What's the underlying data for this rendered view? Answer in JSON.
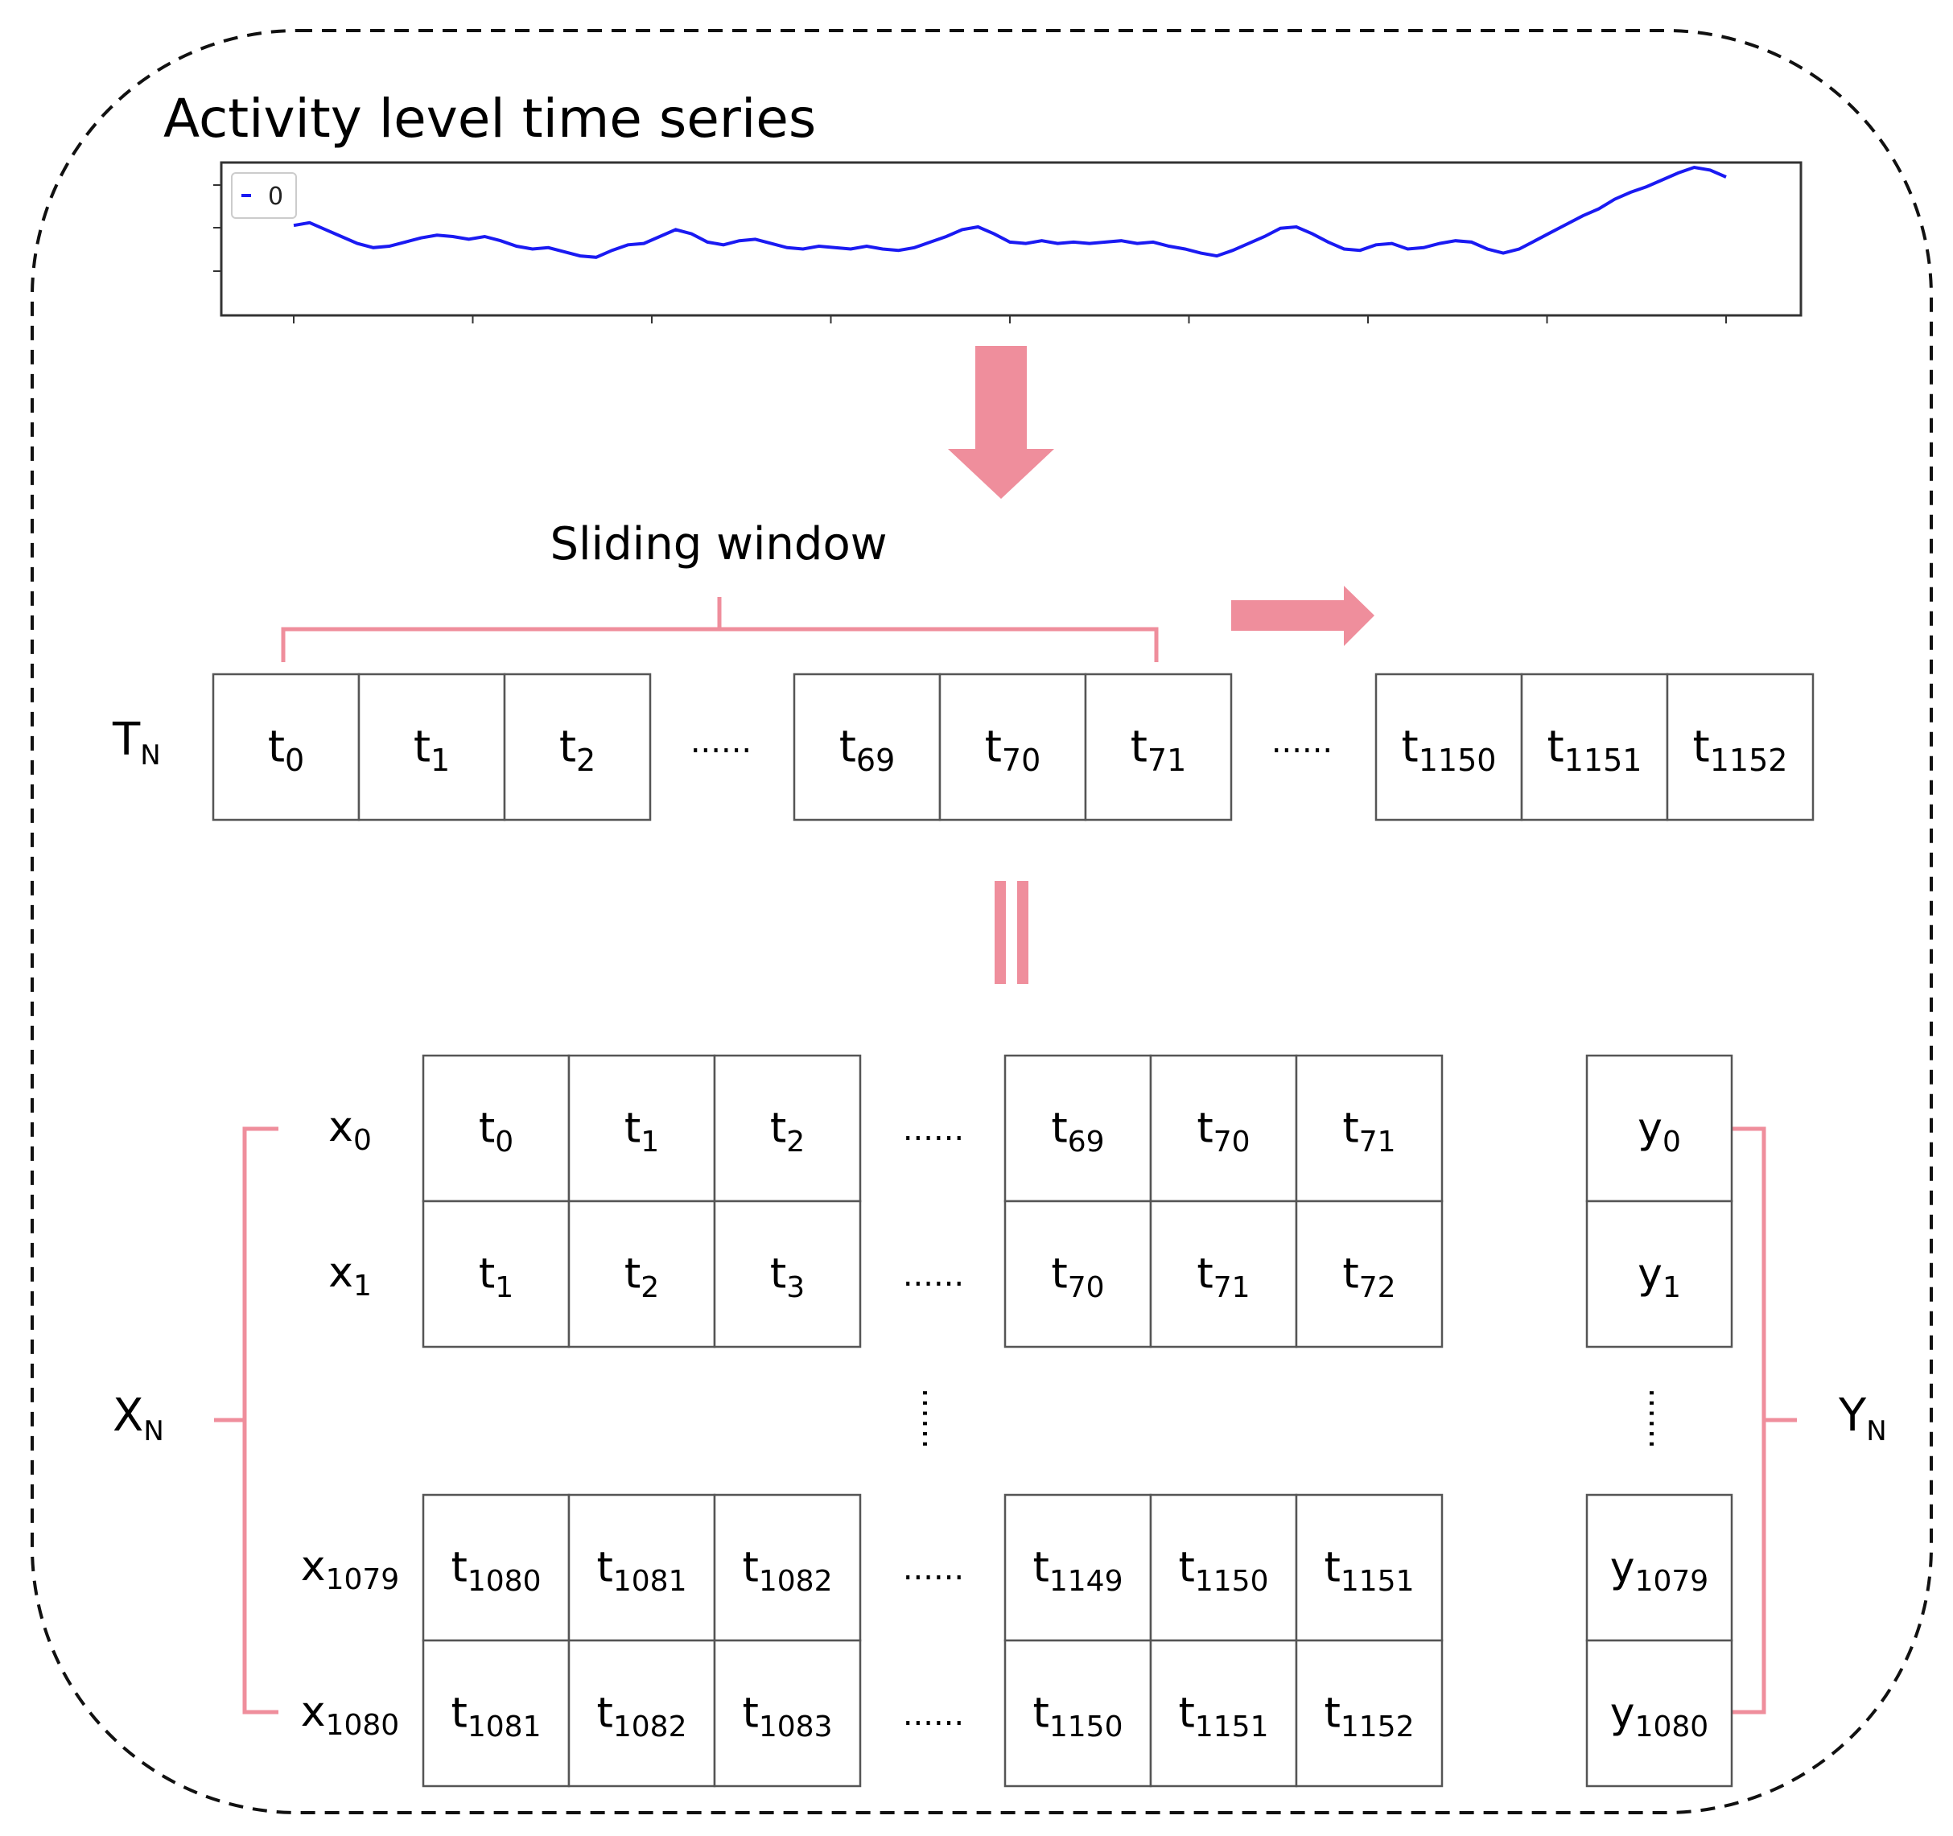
{
  "title": "Activity level time series",
  "colors": {
    "accent": "#ef8e9c",
    "series": "#1a1af2",
    "frame": "#000000",
    "cell_border": "#666666"
  },
  "icons": {
    "down_arrow": "down-arrow-icon",
    "right_arrow": "right-arrow-icon",
    "equals": "vertical-equals-icon"
  },
  "timeseries": {
    "legend": "0",
    "y": [
      0.58,
      0.6,
      0.55,
      0.5,
      0.45,
      0.42,
      0.43,
      0.46,
      0.49,
      0.51,
      0.5,
      0.48,
      0.5,
      0.47,
      0.43,
      0.41,
      0.42,
      0.39,
      0.36,
      0.35,
      0.4,
      0.44,
      0.45,
      0.5,
      0.55,
      0.52,
      0.46,
      0.44,
      0.47,
      0.48,
      0.45,
      0.42,
      0.41,
      0.43,
      0.42,
      0.41,
      0.43,
      0.41,
      0.4,
      0.42,
      0.46,
      0.5,
      0.55,
      0.57,
      0.52,
      0.46,
      0.45,
      0.47,
      0.45,
      0.46,
      0.45,
      0.46,
      0.47,
      0.45,
      0.46,
      0.43,
      0.41,
      0.38,
      0.36,
      0.4,
      0.45,
      0.5,
      0.56,
      0.57,
      0.52,
      0.46,
      0.41,
      0.4,
      0.44,
      0.45,
      0.41,
      0.42,
      0.45,
      0.47,
      0.46,
      0.41,
      0.38,
      0.41,
      0.47,
      0.53,
      0.59,
      0.65,
      0.7,
      0.77,
      0.82,
      0.86,
      0.91,
      0.96,
      1.0,
      0.98,
      0.93
    ]
  },
  "sliding_window_label": "Sliding window",
  "tn": {
    "label_main": "T",
    "label_sub": "N",
    "groups": [
      [
        {
          "b": "t",
          "s": "0"
        },
        {
          "b": "t",
          "s": "1"
        },
        {
          "b": "t",
          "s": "2"
        }
      ],
      [
        {
          "b": "t",
          "s": "69"
        },
        {
          "b": "t",
          "s": "70"
        },
        {
          "b": "t",
          "s": "71"
        }
      ],
      [
        {
          "b": "t",
          "s": "1150"
        },
        {
          "b": "t",
          "s": "1151"
        },
        {
          "b": "t",
          "s": "1152"
        }
      ]
    ],
    "ellipsis": [
      "......",
      "......"
    ]
  },
  "xn": {
    "label_main": "X",
    "label_sub": "N"
  },
  "yn": {
    "label_main": "Y",
    "label_sub": "N"
  },
  "rows": [
    {
      "x": {
        "b": "x",
        "s": "0"
      },
      "left": [
        {
          "b": "t",
          "s": "0"
        },
        {
          "b": "t",
          "s": "1"
        },
        {
          "b": "t",
          "s": "2"
        }
      ],
      "right": [
        {
          "b": "t",
          "s": "69"
        },
        {
          "b": "t",
          "s": "70"
        },
        {
          "b": "t",
          "s": "71"
        }
      ],
      "y": {
        "b": "y",
        "s": "0"
      },
      "ellipsis": "......"
    },
    {
      "x": {
        "b": "x",
        "s": "1"
      },
      "left": [
        {
          "b": "t",
          "s": "1"
        },
        {
          "b": "t",
          "s": "2"
        },
        {
          "b": "t",
          "s": "3"
        }
      ],
      "right": [
        {
          "b": "t",
          "s": "70"
        },
        {
          "b": "t",
          "s": "71"
        },
        {
          "b": "t",
          "s": "72"
        }
      ],
      "y": {
        "b": "y",
        "s": "1"
      },
      "ellipsis": "......"
    },
    {
      "x": {
        "b": "x",
        "s": "1079"
      },
      "left": [
        {
          "b": "t",
          "s": "1080"
        },
        {
          "b": "t",
          "s": "1081"
        },
        {
          "b": "t",
          "s": "1082"
        }
      ],
      "right": [
        {
          "b": "t",
          "s": "1149"
        },
        {
          "b": "t",
          "s": "1150"
        },
        {
          "b": "t",
          "s": "1151"
        }
      ],
      "y": {
        "b": "y",
        "s": "1079"
      },
      "ellipsis": "......"
    },
    {
      "x": {
        "b": "x",
        "s": "1080"
      },
      "left": [
        {
          "b": "t",
          "s": "1081"
        },
        {
          "b": "t",
          "s": "1082"
        },
        {
          "b": "t",
          "s": "1083"
        }
      ],
      "right": [
        {
          "b": "t",
          "s": "1150"
        },
        {
          "b": "t",
          "s": "1151"
        },
        {
          "b": "t",
          "s": "1152"
        }
      ],
      "y": {
        "b": "y",
        "s": "1080"
      },
      "ellipsis": "......"
    }
  ],
  "vertical_ellipsis": [
    "......",
    "......"
  ]
}
